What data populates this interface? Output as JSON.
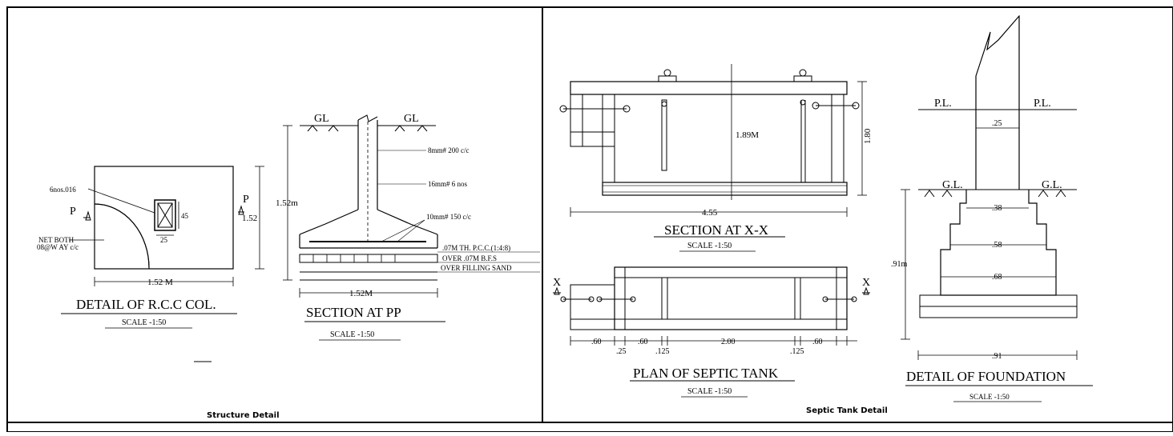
{
  "panels": {
    "left": {
      "caption": "Structure Detail",
      "column_detail": {
        "title": "DETAIL OF R.C.C COL.",
        "scale": "SCALE -1:50",
        "labels": {
          "bars": "6nos.016",
          "net_line1": "NET BOTH",
          "net_line2": "08@W AY c/c",
          "dim_width": "1.52 M",
          "dim_height": "1.52",
          "col_size_a": "45",
          "col_size_b": "25",
          "section_mark_left": "P",
          "section_mark_right": "P"
        }
      },
      "section_pp": {
        "title": "SECTION AT PP",
        "scale": "SCALE -1:50",
        "labels": {
          "gl_left": "GL",
          "gl_right": "GL",
          "stirrups": "8mm# 200 c/c",
          "main_bars": "16mm# 6 nos",
          "footing_bars": "10mm# 150 c/c",
          "pcc": ".07M TH. P.C.C.(1:4:8)",
          "bfs": "OVER .07M B.F.S",
          "sand": "OVER FILLING SAND",
          "depth": "1.52m",
          "width": "1.52M"
        }
      }
    },
    "right": {
      "caption": "Septic Tank Detail",
      "section_xx": {
        "title": "SECTION AT X-X",
        "scale": "SCALE -1:50",
        "labels": {
          "inner_height": "1.89M",
          "height": "1.80",
          "length": "4.55"
        }
      },
      "plan": {
        "title": "PLAN OF SEPTIC TANK",
        "scale": "SCALE -1:50",
        "labels": {
          "x_left": "X",
          "x_right": "X",
          "d1": ".60",
          "d2": ".25",
          "d3": ".60",
          "d4": ".125",
          "d5": "2.00",
          "d6": ".125",
          "d7": ".60"
        }
      },
      "foundation": {
        "title": "DETAIL OF FOUNDATION",
        "scale": "SCALE -1:50",
        "labels": {
          "pl_left": "P.L.",
          "pl_right": "P.L.",
          "gl_left": "G.L.",
          "gl_right": "G.L.",
          "w1": ".25",
          "w2": ".38",
          "w3": ".58",
          "w4": ".68",
          "depth": ".91m",
          "width": ".91"
        }
      }
    }
  }
}
